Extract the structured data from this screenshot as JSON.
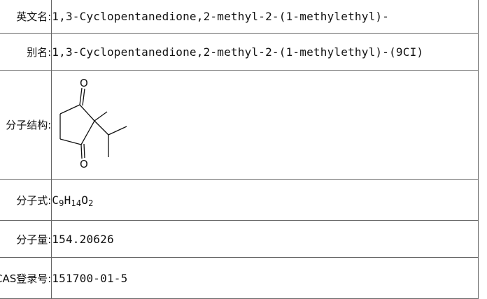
{
  "rows": {
    "english_name": {
      "label": "英文名:",
      "value": "1,3-Cyclopentanedione,2-methyl-2-(1-methylethyl)-"
    },
    "alias": {
      "label": "别名:",
      "value": "1,3-Cyclopentanedione,2-methyl-2-(1-methylethyl)-(9CI)"
    },
    "structure": {
      "label": "分子结构:",
      "atom_top": "O",
      "atom_bottom": "O"
    },
    "formula": {
      "label": "分子式:",
      "c": "C",
      "c_count": "9",
      "h": "H",
      "h_count": "14",
      "o": "O",
      "o_count": "2"
    },
    "mol_weight": {
      "label": "分子量:",
      "value": "154.20626"
    },
    "cas": {
      "label": "CAS登录号:",
      "value": "151700-01-5"
    }
  }
}
